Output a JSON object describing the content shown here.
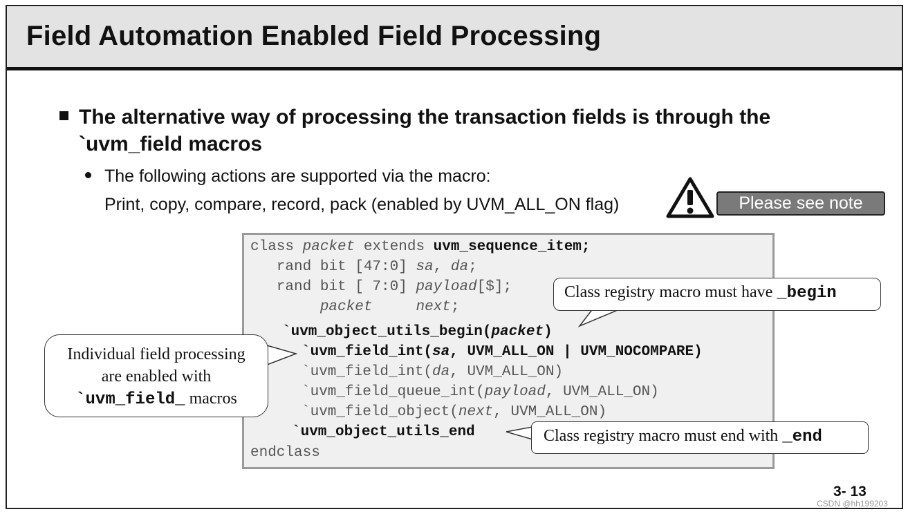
{
  "slide": {
    "title": "Field Automation Enabled Field Processing",
    "bullet1": "The alternative way of processing the transaction fields is through the",
    "bullet1b": "`uvm_field macros",
    "bullet2a": "The following actions are supported via the macro:",
    "bullet2b": "Print, copy, compare, record, pack (enabled by UVM_ALL_ON flag)",
    "note_button": "Please see note",
    "page_number": "3- 13",
    "watermark": "CSDN @hh199203"
  },
  "code": {
    "l1a": "class ",
    "l1b": "packet",
    "l1c": " extends ",
    "l1d": "uvm_sequence_item;",
    "l2a": "   rand bit [47:0] ",
    "l2b": "sa",
    "l2c": ", ",
    "l2d": "da",
    "l2e": ";",
    "l3a": "   rand bit [ 7:0] ",
    "l3b": "payload",
    "l3c": "[$];",
    "l4a": "        ",
    "l4b": "packet",
    "l4c": "     ",
    "l4d": "next",
    "l4e": ";",
    "l5a": "`uvm_object_utils_begin(",
    "l5b": "packet",
    "l5c": ")",
    "l6a": "`uvm_field_int(",
    "l6b": "sa",
    "l6c": ", UVM_ALL_ON | UVM_NOCOMPARE)",
    "l7a": "`uvm_field_int(",
    "l7b": "da",
    "l7c": ", UVM_ALL_ON)",
    "l8a": "`uvm_field_queue_int(",
    "l8b": "payload",
    "l8c": ", UVM_ALL_ON)",
    "l9a": "`uvm_field_object(",
    "l9b": "next",
    "l9c": ", UVM_ALL_ON)",
    "l10": "`uvm_object_utils_end",
    "l11": "endclass"
  },
  "callouts": {
    "begin_text": "Class registry macro must have ",
    "begin_code": "_begin",
    "field_l1": "Individual field processing",
    "field_l2": "are enabled with",
    "field_code": "`uvm_field_",
    "field_l3": " macros",
    "end_text": "Class registry macro must end with ",
    "end_code": "_end"
  }
}
